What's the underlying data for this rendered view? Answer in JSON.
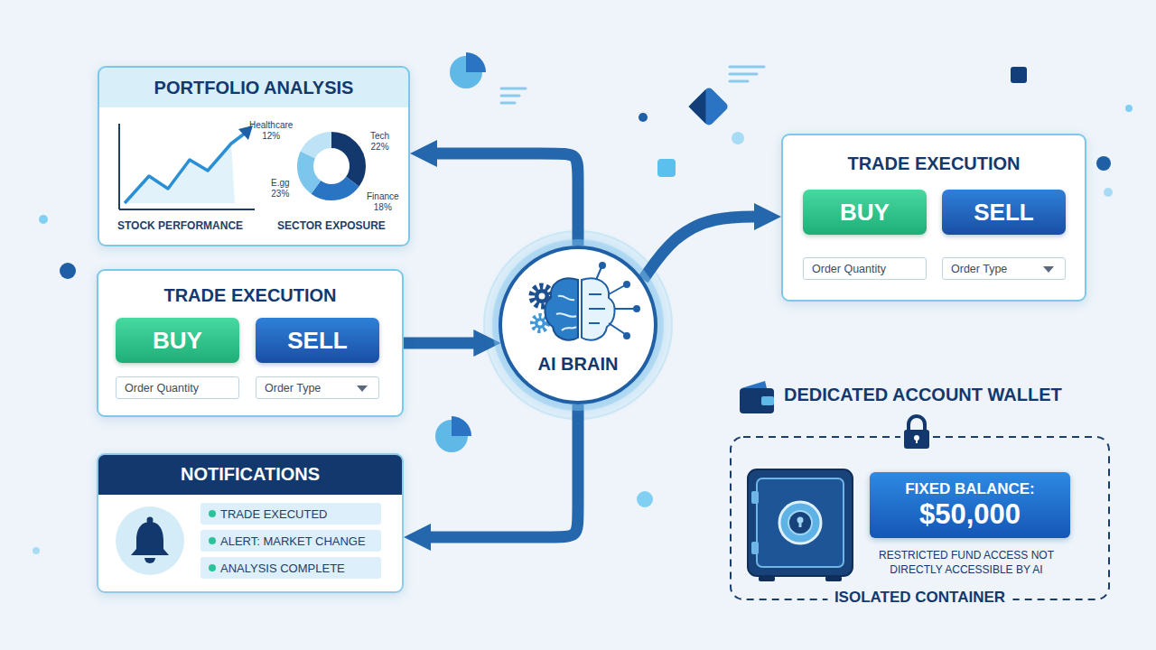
{
  "diagram": {
    "nodes": [
      {
        "text": [
          "PORTFOLIO ANALYSIS",
          "STOCK PERFORMANCE",
          "SECTOR EXPOSURE",
          "Healthcare 12%",
          "Tech 22%",
          "E.gg 23%",
          "Finance 18%"
        ]
      },
      {
        "text": [
          "TRADE EXECUTION"
        ]
      },
      {
        "text": [
          "BUY"
        ],
        "in": 1
      },
      {
        "text": [
          "SELL"
        ],
        "in": 1
      },
      {
        "text": [
          "Order Quantity"
        ],
        "in": 1
      },
      {
        "text": [
          "Order Type"
        ],
        "in": 1
      },
      {
        "text": [
          "AI BRAIN"
        ]
      },
      {
        "text": [
          "TRADE EXECUTION"
        ]
      },
      {
        "text": [
          "BUY"
        ],
        "in": 7
      },
      {
        "text": [
          "SELL"
        ],
        "in": 7
      },
      {
        "text": [
          "Order Quantity"
        ],
        "in": 7
      },
      {
        "text": [
          "Order Type"
        ],
        "in": 7
      },
      {
        "text": [
          "NOTIFICATIONS"
        ]
      },
      {
        "text": [
          "TRADE EXECUTED"
        ],
        "in": 12
      },
      {
        "text": [
          "ALERT: MARKET CHANGE"
        ],
        "in": 12
      },
      {
        "text": [
          "ANALYSIS COMPLETE"
        ],
        "in": 12
      },
      {
        "text": [
          "DEDICATED ACCOUNT WALLET",
          "RESTRICTED FUND ACCESS NOT DIRECTLY ACCESSIBLE BY AI",
          "ISOLATED CONTAINER"
        ]
      },
      {
        "text": [
          "FIXED BALANCE:",
          "$50,000"
        ],
        "in": 16
      }
    ],
    "edges": [
      {
        "from": 6,
        "to": 0,
        "arrow": "to"
      },
      {
        "from": 1,
        "to": 6,
        "arrow": "to"
      },
      {
        "from": 6,
        "to": 7,
        "arrow": "to"
      },
      {
        "from": 6,
        "to": 12,
        "arrow": "to"
      }
    ]
  }
}
